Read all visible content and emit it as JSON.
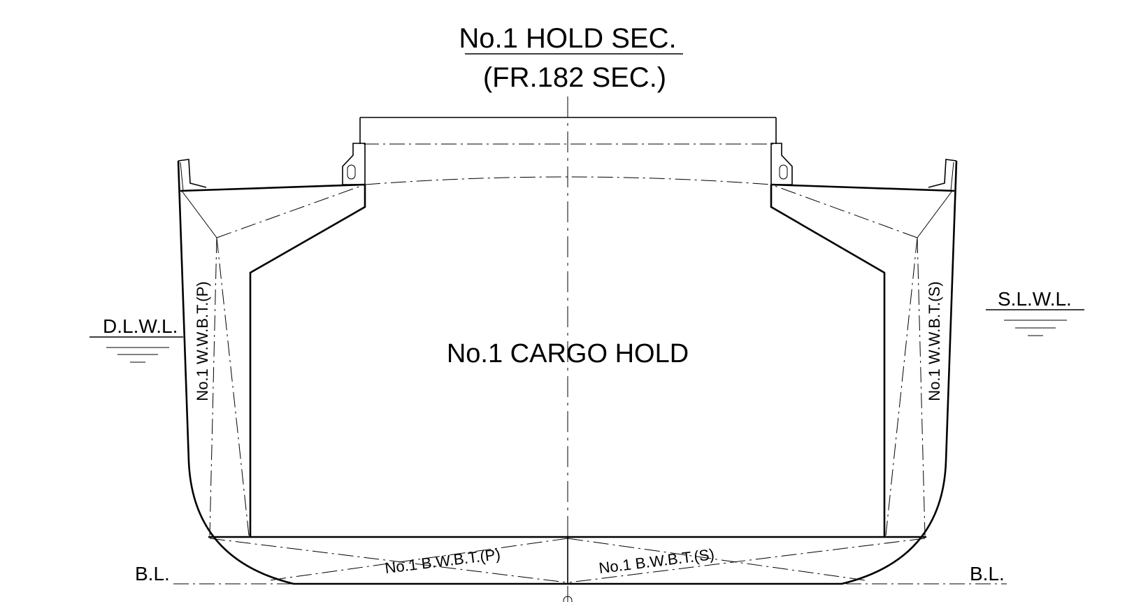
{
  "title": {
    "main": "No.1 HOLD SEC.",
    "sub": "(FR.182 SEC.)"
  },
  "compartments": {
    "cargo_hold": "No.1 CARGO HOLD",
    "wing_tank_port": "No.1 W.W.B.T.(P)",
    "wing_tank_starboard": "No.1 W.W.B.T.(S)",
    "bottom_tank_port": "No.1 B.W.B.T.(P)",
    "bottom_tank_starboard": "No.1 B.W.B.T.(S)"
  },
  "waterlines": {
    "design": "D.L.W.L.",
    "summer": "S.L.W.L."
  },
  "baseline": {
    "left": "B.L.",
    "right": "B.L."
  }
}
